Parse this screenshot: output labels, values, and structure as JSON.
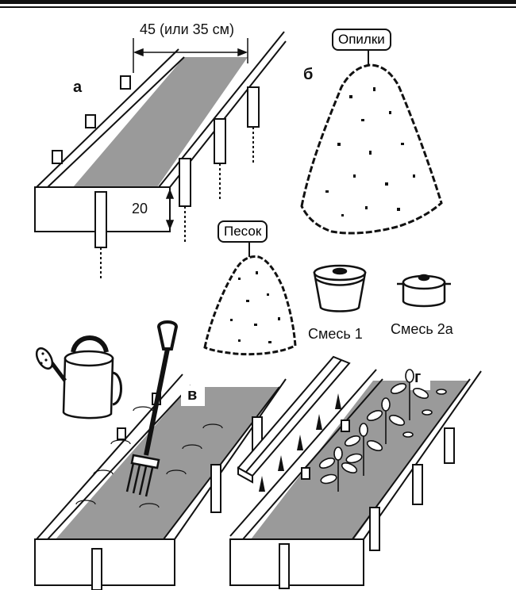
{
  "labels": {
    "width_dimension": "45 (или 35 см)",
    "height_dimension": "20",
    "panel_a": "а",
    "panel_b": "б",
    "panel_v": "в",
    "panel_g": "г",
    "sawdust_tag": "Опилки",
    "sand_tag": "Песок",
    "mix1": "Смесь 1",
    "mix2a": "Смесь 2а"
  },
  "colors": {
    "ink": "#111111",
    "soil": "#9a9a9a",
    "background": "#ffffff"
  }
}
